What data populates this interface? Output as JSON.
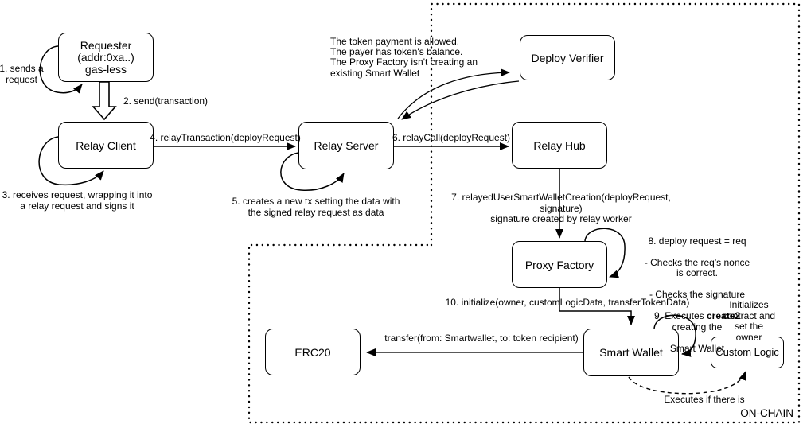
{
  "nodes": {
    "requester": "Requester\n(addr:0xa..)\ngas-less",
    "relay_client": "Relay Client",
    "relay_server": "Relay Server",
    "deploy_verifier": "Deploy Verifier",
    "relay_hub": "Relay Hub",
    "proxy_factory": "Proxy Factory",
    "smart_wallet": "Smart Wallet",
    "custom_logic": "Custom Logic",
    "erc20": "ERC20"
  },
  "annotations": {
    "step1": "1. sends a\nrequest",
    "step2": "2. send(transaction)",
    "step3": "3. receives request, wrapping it into\na relay request and signs it",
    "step4": "4. relayTransaction(deployRequest)",
    "step5": "5. creates a new tx setting the data with\nthe signed relay request as data",
    "step6": "6. relayCall(deployRequest)",
    "step7": "7. relayedUserSmartWalletCreation(deployRequest, signature)\nsignature created by relay worker",
    "verifier_note": "The token payment is allowed.\nThe payer has token's balance.\nThe Proxy Factory isn't creating an\nexisting Smart Wallet",
    "step8_line1": "8. deploy request = req",
    "step8_line2": "- Checks the req's nonce is correct.",
    "step8_line3": "- Checks the signature",
    "step9_pre": "9. Executes ",
    "step9_bold": "create2",
    "step9_post": " creating the",
    "step9_line2": "Smart Wallet",
    "step10": "10. initialize(owner, customLogicData, transferTokenData)",
    "custom_logic_note": "Initializes contract and\nset the owner",
    "transfer_label": "transfer(from: Smartwallet, to: token recipient)",
    "executes_note": "Executes if there is",
    "onchain_label": "ON-CHAIN"
  },
  "colors": {
    "line": "#000000",
    "transfer_line": "#595959",
    "box_background": "#ffffff",
    "text": "#000000"
  }
}
